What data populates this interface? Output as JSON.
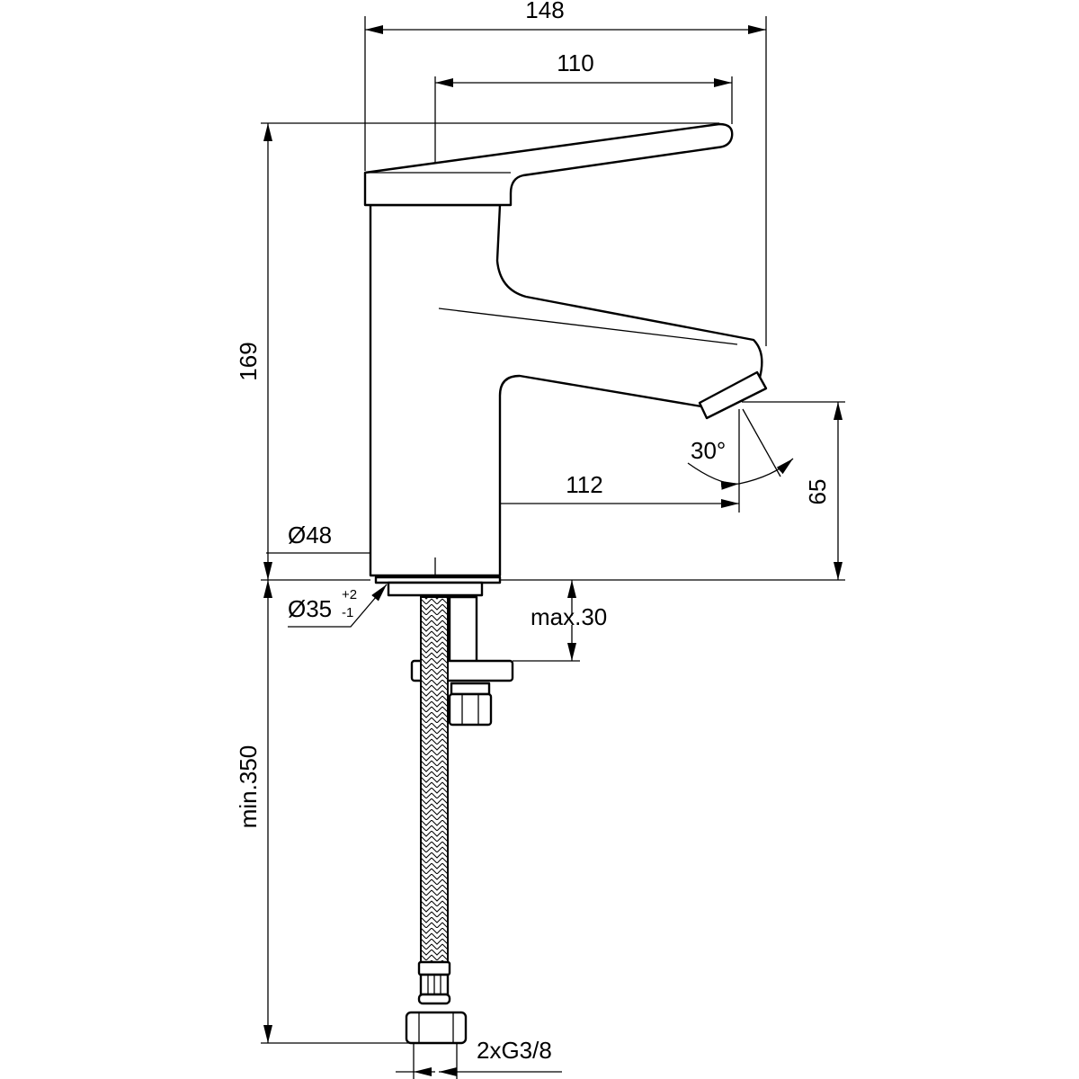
{
  "title": "Faucet technical dimension drawing",
  "dimensions": {
    "overall_width": "148",
    "lever_length": "110",
    "overall_height": "169",
    "spout_height": "65",
    "spout_reach": "112",
    "body_diameter": "Ø48",
    "hole_diameter": "Ø35",
    "hole_tol_plus": "+2",
    "hole_tol_minus": "-1",
    "max_deck": "max.30",
    "hose_length": "min.350",
    "connection": "2xG3/8",
    "spout_angle": "30°"
  }
}
